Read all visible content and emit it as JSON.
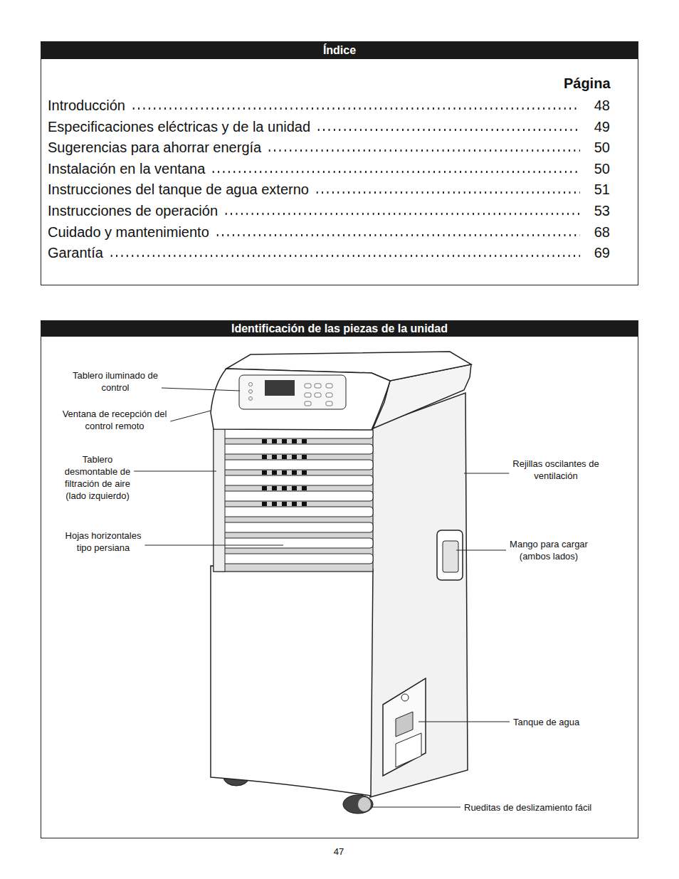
{
  "diagram": {
    "nodes": [
      {
        "text": [
          "Índice",
          "Página",
          "Introducción",
          "48",
          "Especificaciones eléctricas y de la unidad",
          "49",
          "Sugerencias para ahorrar energía",
          "50",
          "Instalación en la ventana",
          "50",
          "Instrucciones del tanque de agua externo",
          "51",
          "Instrucciones de operación",
          "53",
          "Cuidado y mantenimiento",
          "68",
          "Garantía",
          "69"
        ]
      },
      {
        "text": [
          "Identificación de las piezas de la unidad"
        ]
      }
    ],
    "labels": [
      "Tablero iluminado de control",
      "Ventana de recepción del control remoto",
      "Tablero desmontable de filtración de aire (lado izquierdo)",
      "Hojas horizontales tipo persiana",
      "Rejillas oscilantes de ventilación",
      "Mango para cargar (ambos lados)",
      "Tanque de agua",
      "Rueditas de deslizamiento fácil",
      "47"
    ]
  }
}
